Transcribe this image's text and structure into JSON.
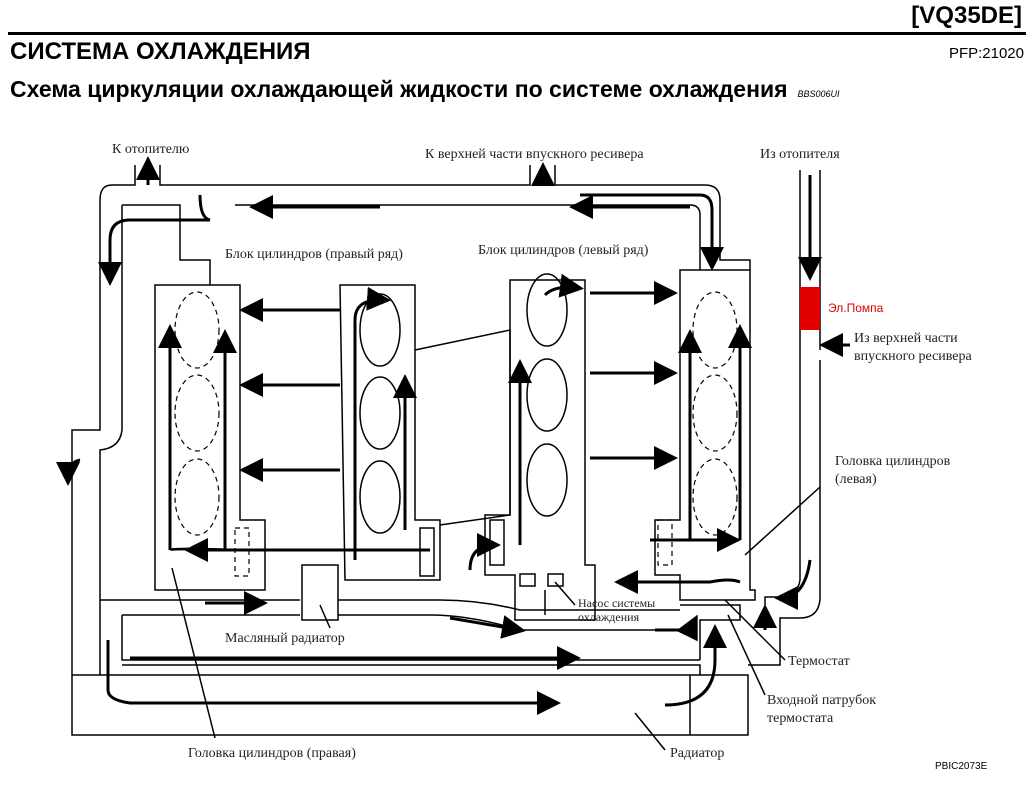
{
  "header": {
    "model": "[VQ35DE]",
    "title": "СИСТЕМА ОХЛАЖДЕНИЯ",
    "pfp": "PFP:21020",
    "subtitle": "Схема циркуляции охлаждающей жидкости по системе охлаждения",
    "subtitle_code": "BBS006UI"
  },
  "diagram": {
    "labels": {
      "to_heater": "К отопителю",
      "to_intake": "К верхней части впускного ресивера",
      "from_heater": "Из отопителя",
      "pump": "Эл.Помпа",
      "from_intake_1": "Из верхней части",
      "from_intake_2": "впускного ресивера",
      "block_right": "Блок цилиндров (правый ряд)",
      "block_left": "Блок цилиндров (левый ряд)",
      "head_left_1": "Головка цилиндров",
      "head_left_2": "(левая)",
      "water_pump_1": "Насос системы",
      "water_pump_2": "охлаждения",
      "oil_cooler": "Масляный радиатор",
      "thermostat": "Термостат",
      "inlet_1": "Входной патрубок",
      "inlet_2": "термостата",
      "head_right": "Головка цилиндров (правая)",
      "radiator": "Радиатор",
      "ref": "PBIC2073E"
    },
    "colors": {
      "pump": "#e00000"
    }
  }
}
